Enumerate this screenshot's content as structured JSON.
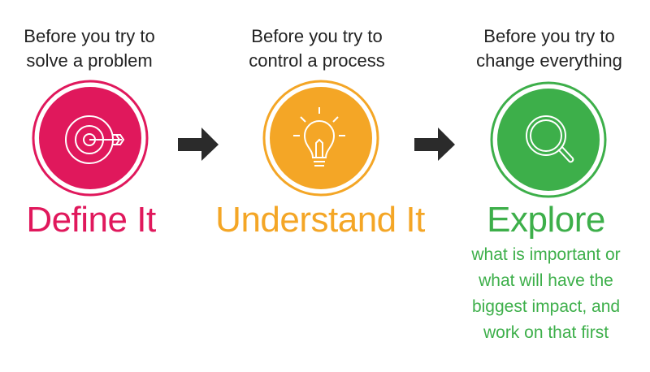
{
  "steps": [
    {
      "intro_line1": "Before you try to",
      "intro_line2": "solve a problem",
      "title": "Define It",
      "icon": "target-icon",
      "color": "#e0185c"
    },
    {
      "intro_line1": "Before you try to",
      "intro_line2": "control a process",
      "title": "Understand It",
      "icon": "lightbulb-icon",
      "color": "#f4a626"
    },
    {
      "intro_line1": "Before you try to",
      "intro_line2": "change everything",
      "title": "Explore",
      "icon": "magnifier-icon",
      "color": "#3daf4a",
      "description": [
        "what is important or",
        "what will have the",
        "biggest impact, and",
        "work on that first"
      ]
    }
  ],
  "arrow_color": "#2b2b2b"
}
